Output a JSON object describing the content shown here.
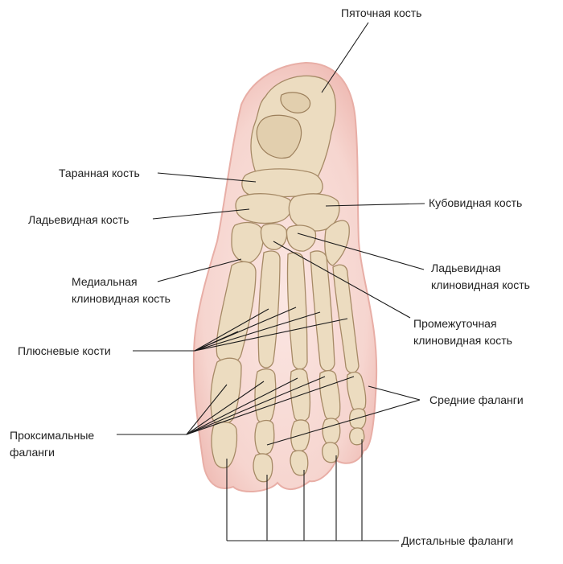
{
  "labels": {
    "calcaneus": "Пяточная кость",
    "talus": "Таранная кость",
    "navicular": "Ладьевидная кость",
    "medial_cuneiform": [
      "Медиальная",
      "клиновидная кость"
    ],
    "metatarsals": "Плюсневые кости",
    "proximal_phalanges": [
      "Проксимальные",
      "фаланги"
    ],
    "cuboid": "Кубовидная кость",
    "lateral_cuneiform": [
      "Ладьевидная",
      "клиновидная кость"
    ],
    "intermediate_cuneiform": [
      "Промежуточная",
      "клиновидная кость"
    ],
    "middle_phalanges": "Средние фаланги",
    "distal_phalanges": "Дистальные фаланги"
  },
  "colors": {
    "skin_fill": "#f6d9d4",
    "skin_edge": "#e6aaa3",
    "bone_fill": "#ecdcc0",
    "bone_stroke": "#a68a66",
    "leader": "#1a1a1a"
  }
}
